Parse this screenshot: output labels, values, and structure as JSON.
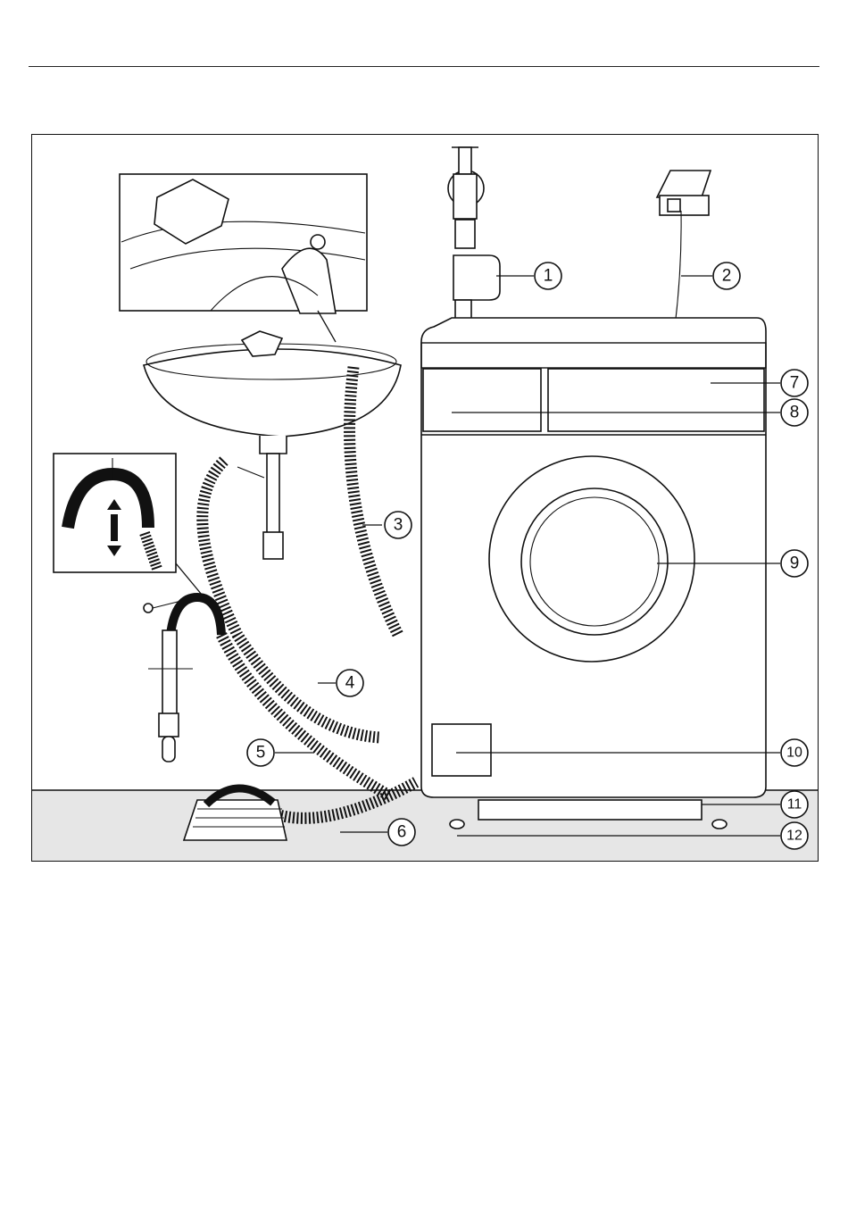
{
  "figure": {
    "callouts": [
      {
        "id": "1",
        "label": "1"
      },
      {
        "id": "2",
        "label": "2"
      },
      {
        "id": "3",
        "label": "3"
      },
      {
        "id": "4",
        "label": "4"
      },
      {
        "id": "5",
        "label": "5"
      },
      {
        "id": "6",
        "label": "6"
      },
      {
        "id": "7",
        "label": "7"
      },
      {
        "id": "8",
        "label": "8"
      },
      {
        "id": "9",
        "label": "9"
      },
      {
        "id": "10",
        "label": "10"
      },
      {
        "id": "11",
        "label": "11"
      },
      {
        "id": "12",
        "label": "12"
      }
    ],
    "colors": {
      "ink": "#111111",
      "floor": "#e6e6e6",
      "paper": "#ffffff"
    }
  }
}
